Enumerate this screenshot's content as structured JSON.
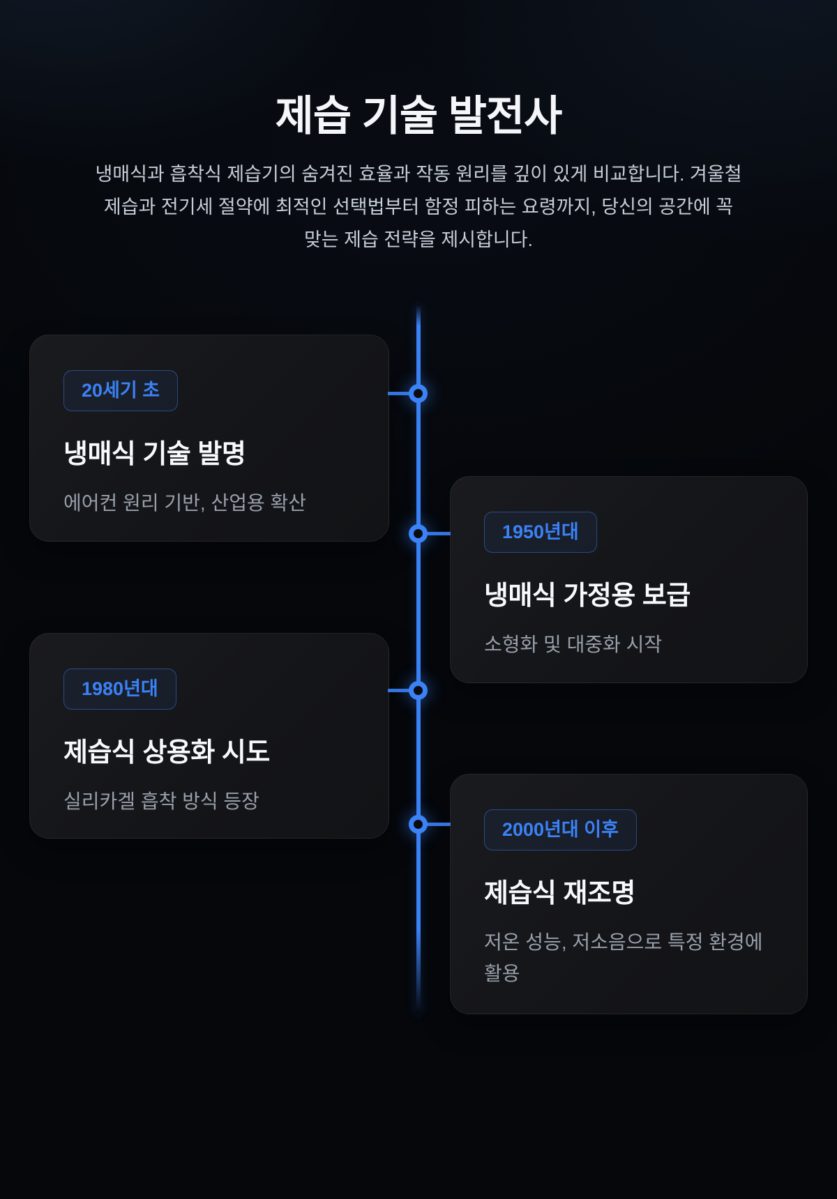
{
  "page": {
    "title": "제습 기술 발전사",
    "subtitle_lines": [
      "냉매식과 흡착식 제습기의 숨겨진 효율과 작동 원리를 깊이 있게 비교합니다. 겨울철",
      "제습과 전기세 절약에 최적인 선택법부터 함정 피하는 요령까지, 당신의 공간에 꼭",
      "맞는 제습 전략을 제시합니다."
    ]
  },
  "timeline": {
    "items": [
      {
        "side": "left",
        "badge": "20세기 초",
        "title": "냉매식 기술 발명",
        "description": "에어컨 원리 기반, 산업용 확산"
      },
      {
        "side": "right",
        "badge": "1950년대",
        "title": "냉매식 가정용 보급",
        "description": "소형화 및 대중화 시작"
      },
      {
        "side": "left",
        "badge": "1980년대",
        "title": "제습식 상용화 시도",
        "description": "실리카겔 흡착 방식 등장"
      },
      {
        "side": "right",
        "badge": "2000년대 이후",
        "title": "제습식 재조명",
        "description": "저온 성능, 저소음으로 특정 환경에 활용"
      }
    ]
  },
  "colors": {
    "accent": "#3b82f6",
    "background": "#05070b",
    "card_background": "#151619",
    "title_text": "#f4f6f9",
    "subtitle_text": "#c7ced8",
    "description_text": "#98a0ab"
  }
}
